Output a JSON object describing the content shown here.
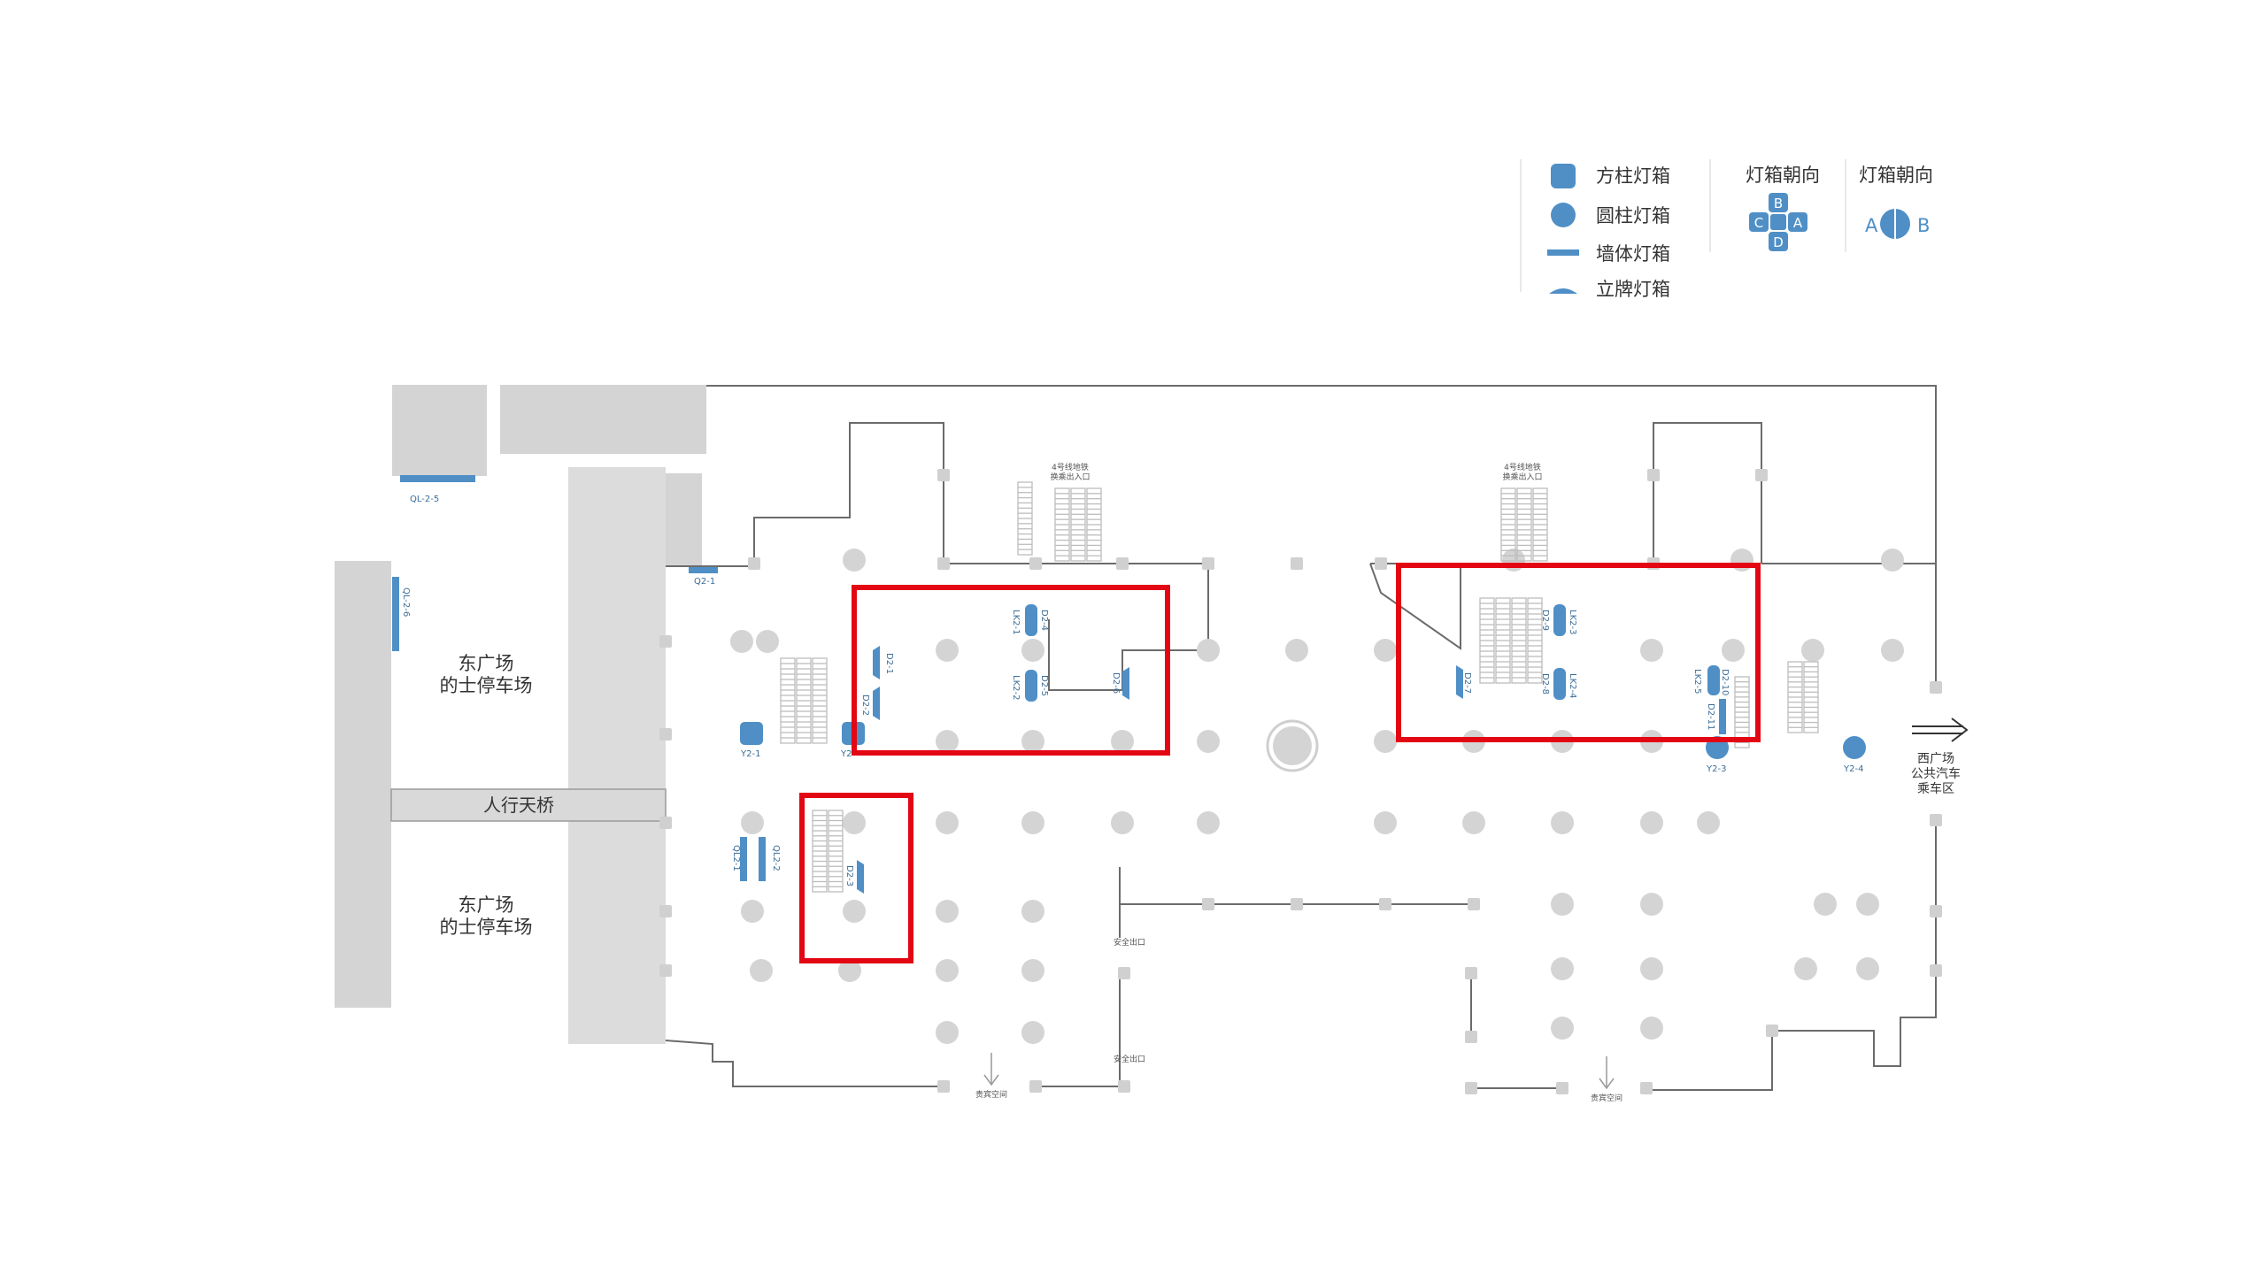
{
  "legend": {
    "types": [
      {
        "icon": "square-pillar-icon",
        "label": "方柱灯箱"
      },
      {
        "icon": "round-pillar-icon",
        "label": "圆柱灯箱"
      },
      {
        "icon": "wall-box-icon",
        "label": "墙体灯箱"
      },
      {
        "icon": "standing-sign-icon",
        "label": "立牌灯箱"
      }
    ],
    "orientation_title_1": "灯箱朝向",
    "orientation_title_2": "灯箱朝向",
    "dirs": [
      "A",
      "B",
      "C",
      "D"
    ],
    "ab": [
      "A",
      "B"
    ]
  },
  "areas": {
    "east_taxi_top": [
      "东广场",
      "的士停车场"
    ],
    "east_taxi_bottom": [
      "东广场",
      "的士停车场"
    ],
    "footbridge": "人行天桥",
    "west_bus": [
      "西广场",
      "公共汽车",
      "乘车区"
    ],
    "metro_left": [
      "4号线地铁",
      "换乘出入口"
    ],
    "metro_right": [
      "4号线地铁",
      "换乘出入口"
    ],
    "safety_exit_1": "安全出口",
    "safety_exit_2": "安全出口",
    "vip_1": "贵宾空间",
    "vip_2": "贵宾空间"
  },
  "ad_codes": {
    "ql25": "QL-2-5",
    "ql26": "QL-2-6",
    "q21": "Q2-1",
    "y21": "Y2-1",
    "y22": "Y2",
    "y23": "Y2-3",
    "y24": "Y2-4",
    "ql21": "QL2-1",
    "ql22": "QL2-2",
    "d21": "D2-1",
    "d22": "D2-2",
    "d23": "D2-3",
    "d24": "D2-4",
    "d25": "D2-5",
    "d26": "D2-6",
    "d27": "D2-7",
    "d28": "D2-8",
    "d29": "D2-9",
    "d210": "D2-10",
    "d211": "D2-11",
    "lk21": "LK2-1",
    "lk22": "LK2-2",
    "lk23": "LK2-3",
    "lk24": "LK2-4",
    "lk25": "LK2-5"
  },
  "colors": {
    "accent": "#4f8fc6",
    "highlight": "#e30613",
    "structure": "#d4d4d4",
    "wall": "#6b6b6b"
  }
}
